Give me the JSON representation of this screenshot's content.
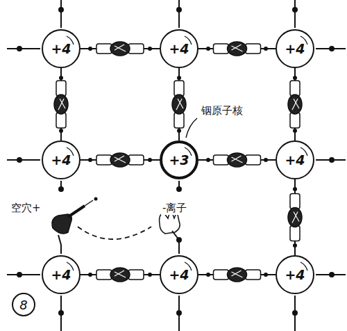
{
  "diagram": {
    "nodes": [
      {
        "text": [
          "+4"
        ]
      },
      {
        "text": [
          "+4"
        ]
      },
      {
        "text": [
          "+4"
        ]
      },
      {
        "text": [
          "+4"
        ]
      },
      {
        "text": [
          "+3"
        ]
      },
      {
        "text": [
          "+4"
        ]
      },
      {
        "text": [
          "+4"
        ]
      },
      {
        "text": [
          "+4"
        ]
      },
      {
        "text": [
          "+4"
        ]
      }
    ],
    "edges": [
      {
        "from": 0,
        "to": 1,
        "arrow": "none"
      },
      {
        "from": 1,
        "to": 2,
        "arrow": "none"
      },
      {
        "from": 0,
        "to": 3,
        "arrow": "none"
      },
      {
        "from": 1,
        "to": 4,
        "arrow": "none"
      },
      {
        "from": 2,
        "to": 5,
        "arrow": "none"
      },
      {
        "from": 3,
        "to": 4,
        "arrow": "none"
      },
      {
        "from": 4,
        "to": 5,
        "arrow": "none"
      },
      {
        "from": 5,
        "to": 8,
        "arrow": "none"
      },
      {
        "from": 6,
        "to": 7,
        "arrow": "none"
      },
      {
        "from": 7,
        "to": 8,
        "arrow": "none"
      }
    ],
    "labels": [
      "铟原子核",
      "空穴+",
      "-离子",
      "8"
    ]
  }
}
